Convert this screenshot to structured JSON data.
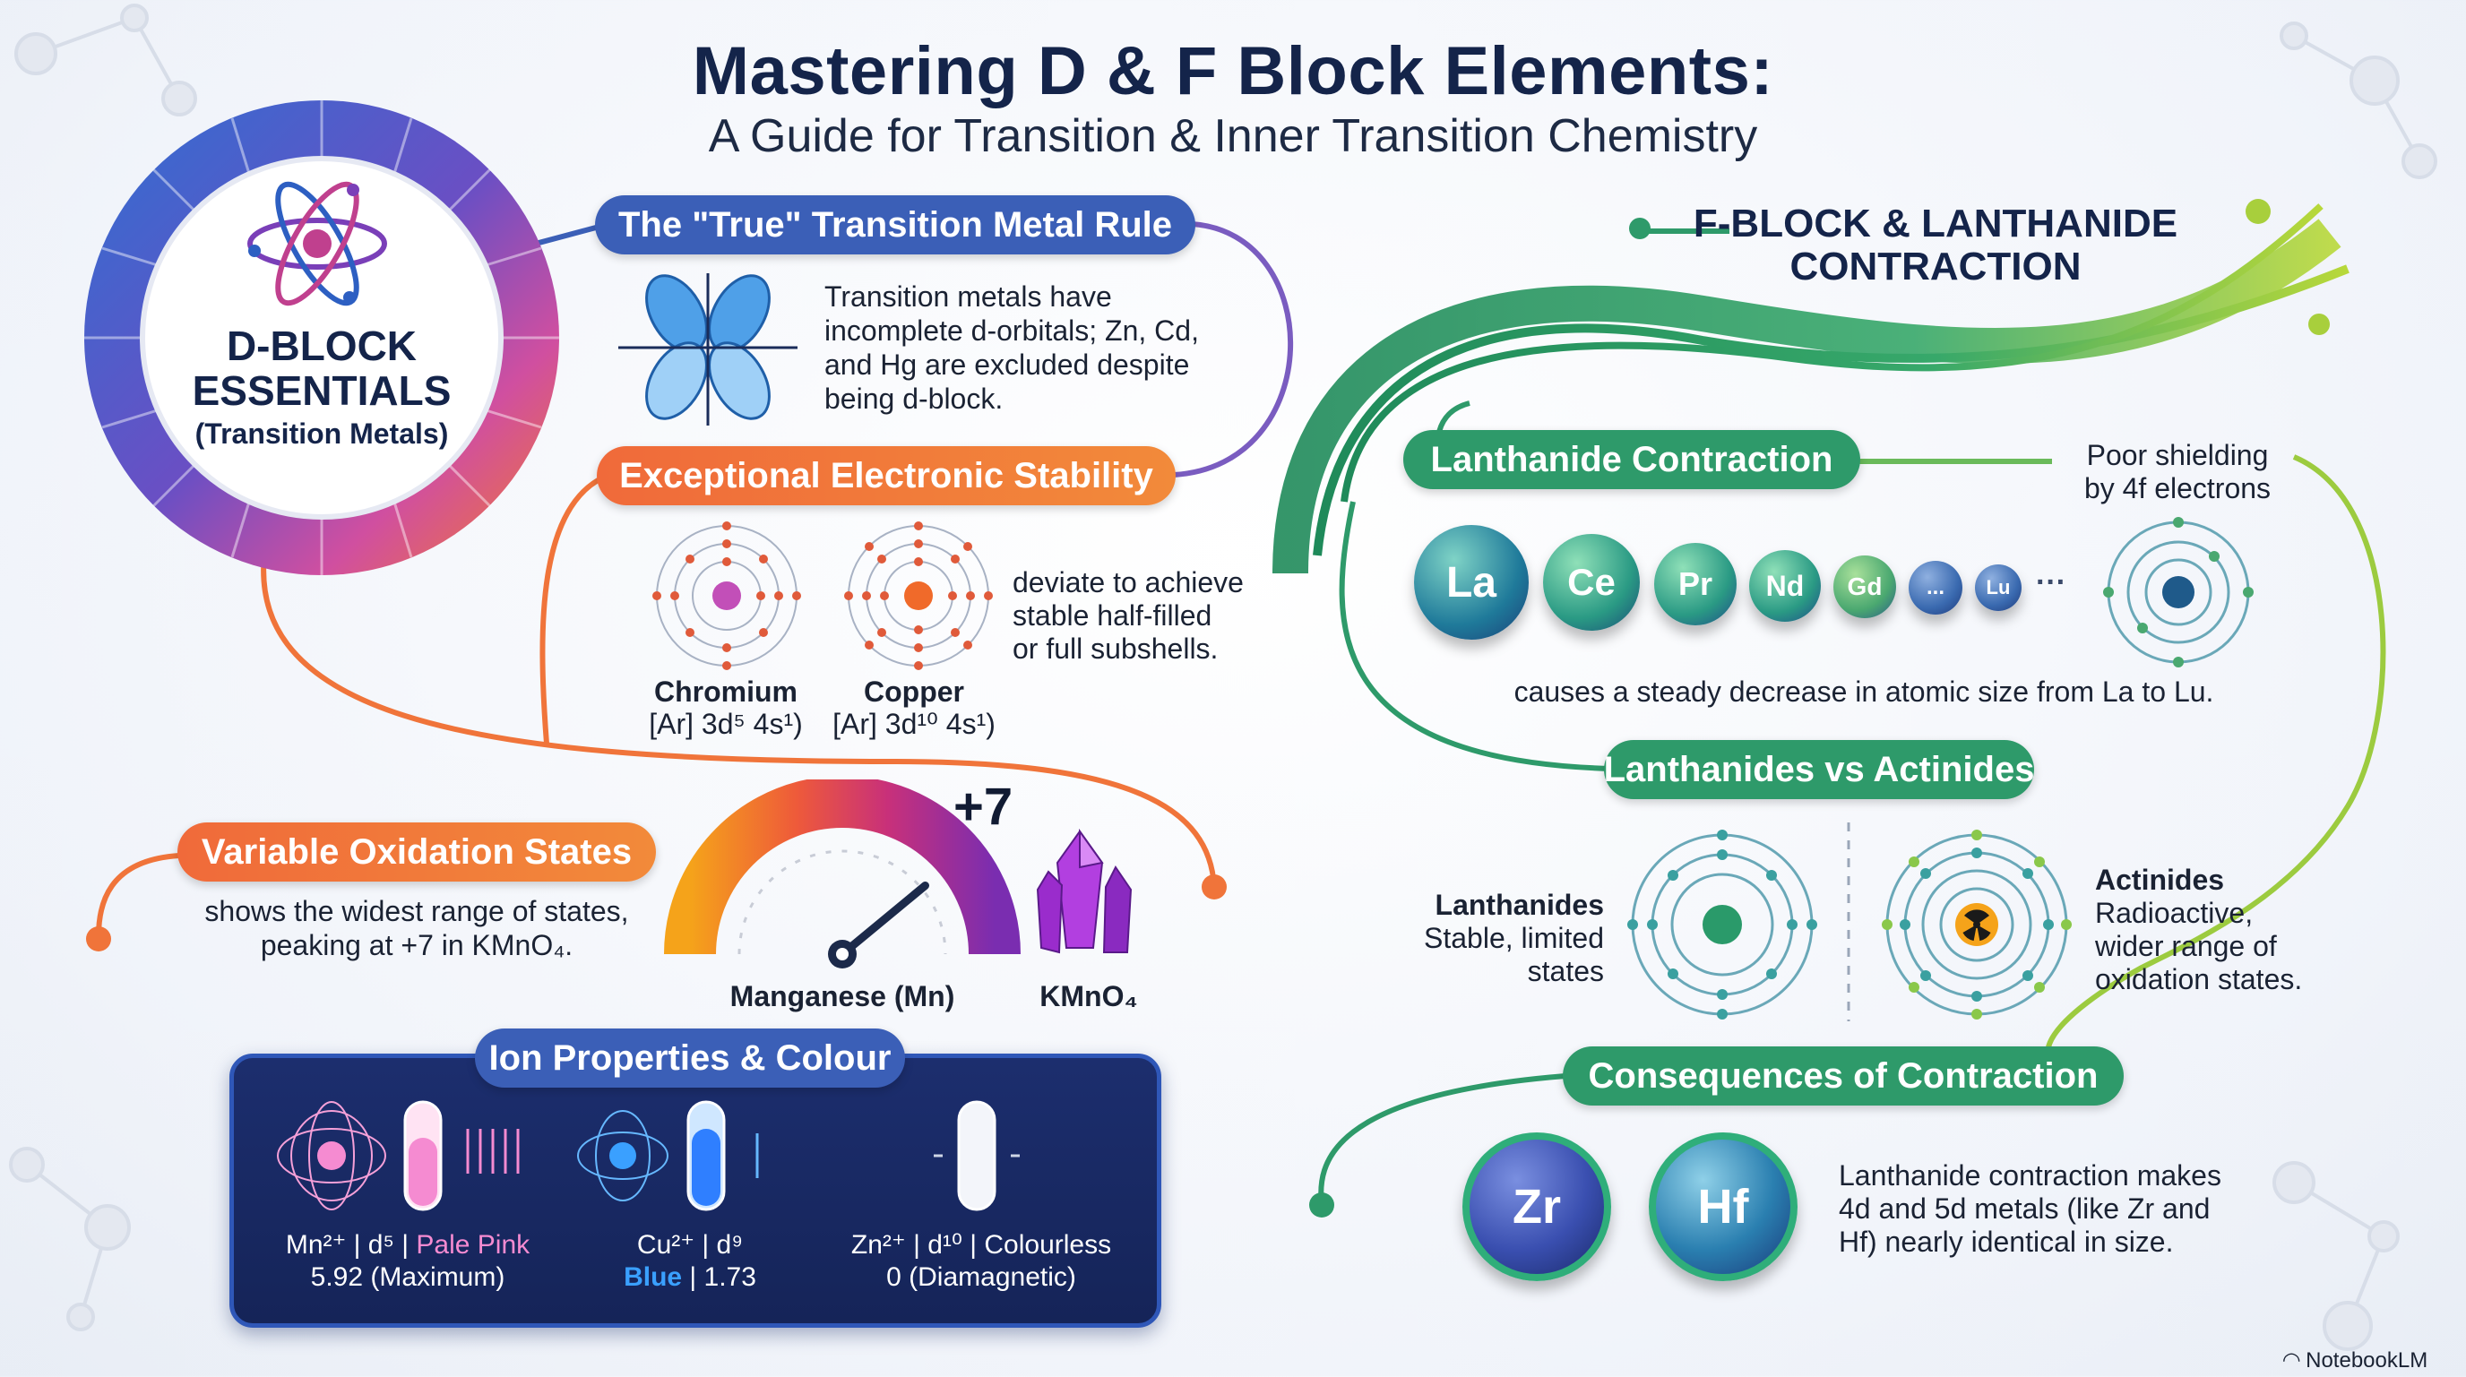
{
  "header": {
    "title": "Mastering D & F Block Elements:",
    "subtitle": "A Guide for Transition & Inner Transition Chemistry"
  },
  "dblock": {
    "title_line1": "D-BLOCK",
    "title_line2": "ESSENTIALS",
    "title_line3": "(Transition Metals)"
  },
  "true_rule": {
    "label": "The \"True\" Transition Metal Rule",
    "text_lines": [
      "Transition metals have",
      "incomplete d-orbitals; Zn, Cd,",
      "and Hg are excluded despite",
      "being d-block."
    ]
  },
  "stability": {
    "label": "Exceptional Electronic Stability",
    "text_lines": [
      "deviate to achieve",
      "stable half-filled",
      "or full subshells."
    ],
    "chromium_name": "Chromium",
    "chromium_config": "[Ar] 3d⁵ 4s¹)",
    "copper_name": "Copper",
    "copper_config": "[Ar] 3d¹⁰ 4s¹)"
  },
  "oxidation": {
    "label": "Variable Oxidation States",
    "text_line1": "shows the widest range of states,",
    "text_line2": "peaking at +7 in KMnO₄.",
    "gauge_value": "+7",
    "gauge_caption": "Manganese (Mn)",
    "crystal_caption": "KMnO₄",
    "gauge_level_fraction": 0.78
  },
  "ions": {
    "label": "Ion Properties & Colour",
    "mn_line1a": "Mn²⁺ | d⁵ | ",
    "mn_line1b": "Pale Pink",
    "mn_line2": "5.92 (Maximum)",
    "cu_line1": "Cu²⁺ | d⁹",
    "cu_line2a": "Blue",
    "cu_line2b": " | 1.73",
    "zn_line1": "Zn²⁺ | d¹⁰ | Colourless",
    "zn_line2": "0 (Diamagnetic)",
    "colors": {
      "pink": "#f58bd1",
      "blue": "#3aa0ff",
      "clear": "#e8ecf5"
    }
  },
  "fblock": {
    "title_line1": "F-BLOCK & LANTHANIDE",
    "title_line2": "CONTRACTION",
    "contraction_label": "Lanthanide Contraction",
    "shielding_line1": "Poor shielding",
    "shielding_line2": "by 4f electrons",
    "elements": [
      "La",
      "Ce",
      "Pr",
      "Nd",
      "Gd",
      "...",
      "Lu"
    ],
    "ellipsis": "···",
    "decrease_text": "causes a steady decrease in atomic size from La to Lu.",
    "lva_label": "Lanthanides vs Actinides",
    "lanth_name": "Lanthanides",
    "lanth_line2": "Stable, limited",
    "lanth_line3": "states",
    "act_name": "Actinides",
    "act_line2": "Radioactive,",
    "act_line3": "wider range of",
    "act_line4": "oxidation states.",
    "consequences_label": "Consequences of Contraction",
    "zr": "Zr",
    "hf": "Hf",
    "cons_lines": [
      "Lanthanide contraction makes",
      "4d and 5d metals (like Zr and",
      "Hf) nearly identical in size."
    ]
  },
  "branding": {
    "name": "NotebookLM"
  },
  "palette": {
    "blue_pill": "#3b5fb7",
    "orange_pill": "#f0743a",
    "green_pill": "#2e9a6a",
    "navy_panel": "#1c2e6e"
  }
}
